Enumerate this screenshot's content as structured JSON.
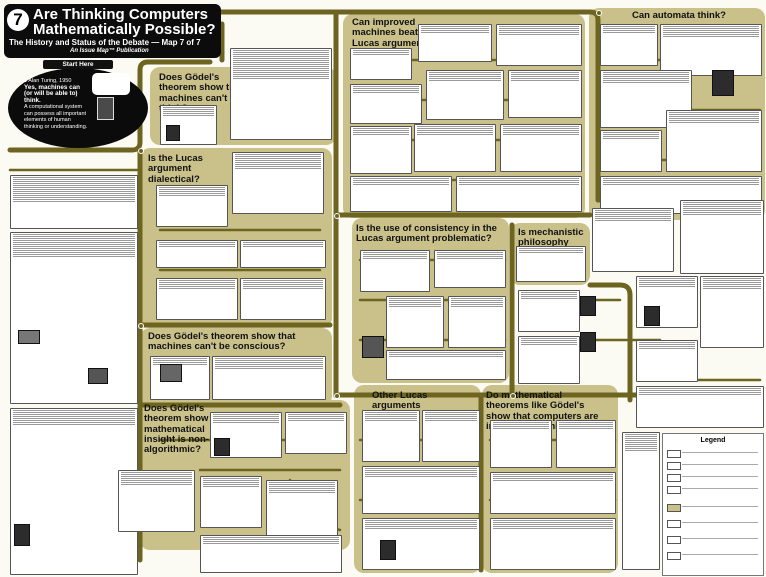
{
  "header": {
    "map_number": "7",
    "title": "Are Thinking Computers Mathematically Possible?",
    "subtitle": "The History and Status of the Debate — Map 7 of 7",
    "publisher": "An Issue Map™ Publication"
  },
  "start": {
    "label": "Start Here",
    "claim_number": "1",
    "claim_author": "Alan Turing, 1950",
    "claim_bold": "Yes, machines can (or will be able to) think.",
    "claim_rest": "A computational system can possess all important elements of human thinking or understanding."
  },
  "questions": {
    "godel_machines_cant_think": "Does Gödel's theorem show that machines can't think?",
    "lucas_dialectical": "Is the Lucas argument dialectical?",
    "godel_conscious": "Does Gödel's theorem show that machines can't be conscious?",
    "godel_insight": "Does Gödel's theorem show that mathematical insight is non-algorithmic?",
    "improved_machines": "Can improved machines beat the Lucas argument?",
    "consistency": "Is the use of consistency in the Lucas argument problematic?",
    "mechanistic": "Is mechanistic philosophy valid?",
    "automata": "Can automata think?",
    "other_lucas": "Other Lucas arguments",
    "theorems_limited": "Do mathematical theorems like Gödel's show that computers are intrinsically limited?"
  },
  "legend": {
    "title": "Legend"
  },
  "colors": {
    "route": "#6d6420",
    "region": "#c9c08a",
    "banner": "#0c0c0c"
  }
}
